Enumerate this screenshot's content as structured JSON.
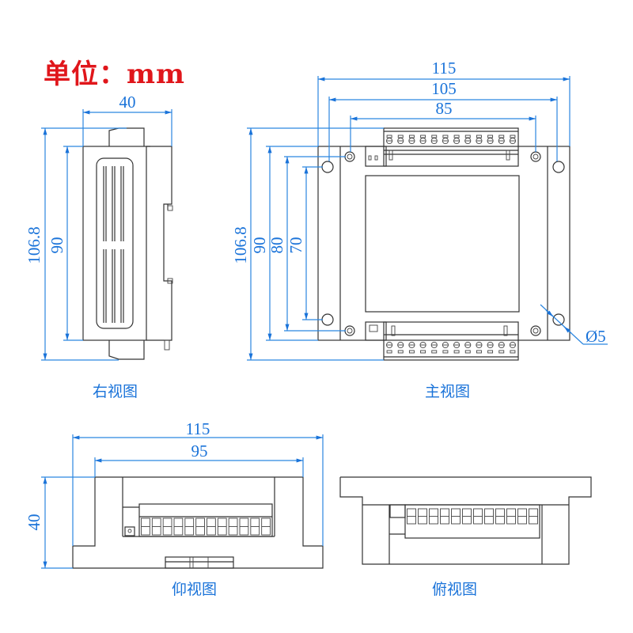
{
  "title": "单位：mm",
  "views": {
    "right": {
      "caption": "右视图",
      "dims": {
        "width": "40",
        "height_outer": "106.8",
        "height_body": "90"
      }
    },
    "front": {
      "caption": "主视图",
      "dims": {
        "w_outer": "115",
        "w_mid": "105",
        "w_inner": "85",
        "h_outer": "106.8",
        "h_body": "90",
        "h_mid": "80",
        "h_inner": "70",
        "hole": "Ø5"
      }
    },
    "bottom": {
      "caption": "仰视图",
      "dims": {
        "w_outer": "115",
        "w_inner": "95",
        "height": "40"
      }
    },
    "top": {
      "caption": "俯视图"
    }
  },
  "colors": {
    "title": "#e0161b",
    "dimension": "#1a73d9",
    "outline": "#333333"
  },
  "terminal_count": 12
}
